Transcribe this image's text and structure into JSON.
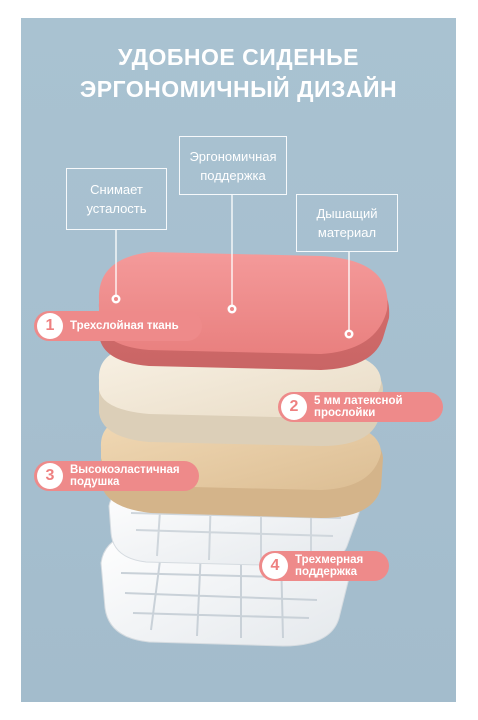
{
  "title": {
    "line1": "УДОБНОЕ СИДЕНЬЕ",
    "line2": "ЭРГОНОМИЧНЫЙ ДИЗАЙН"
  },
  "callouts": [
    {
      "text": "Снимает\nусталость"
    },
    {
      "text": "Эргономичная\nподдержка"
    },
    {
      "text": "Дышащий\nматериал"
    }
  ],
  "layers": [
    {
      "number": "1",
      "label": "Трехслойная ткань"
    },
    {
      "number": "2",
      "label": "5 мм латексной\nпрослойки"
    },
    {
      "number": "3",
      "label": "Высокоэластичная\nподушка"
    },
    {
      "number": "4",
      "label": "Трехмерная\nподдержка"
    }
  ],
  "colors": {
    "background": "#a8c1d0",
    "accent": "#ee8a8a",
    "text": "#ffffff"
  }
}
